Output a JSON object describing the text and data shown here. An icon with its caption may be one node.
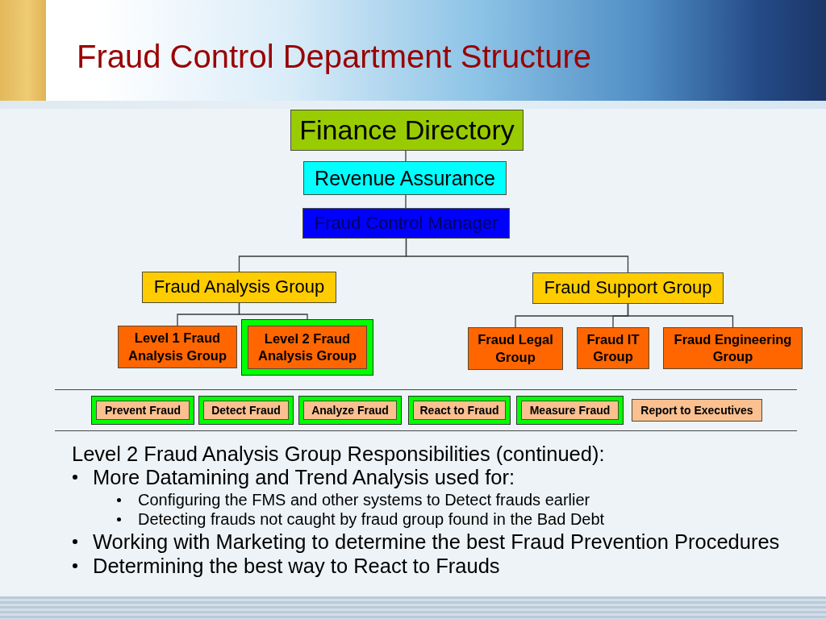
{
  "diagram": {
    "title": "Fraud Control Department Structure",
    "nodes": [
      {
        "text": [
          "Finance Directory"
        ]
      },
      {
        "text": [
          "Revenue Assurance"
        ]
      },
      {
        "text": [
          "Fraud Control Manager"
        ]
      },
      {
        "text": [
          "Fraud Analysis Group"
        ]
      },
      {
        "text": [
          "Fraud Support Group"
        ]
      },
      {
        "text": [
          "Level 1 Fraud Analysis Group"
        ]
      },
      {
        "text": [
          "Level 2 Fraud Analysis Group"
        ]
      },
      {
        "text": [
          "Fraud Legal Group"
        ]
      },
      {
        "text": [
          "Fraud IT Group"
        ]
      },
      {
        "text": [
          "Fraud Engineering Group"
        ]
      },
      {
        "text": [
          "Prevent Fraud"
        ]
      },
      {
        "text": [
          "Detect Fraud"
        ]
      },
      {
        "text": [
          "Analyze Fraud"
        ]
      },
      {
        "text": [
          "React to Fraud"
        ]
      },
      {
        "text": [
          "Measure Fraud"
        ]
      },
      {
        "text": [
          "Report to Executives"
        ]
      }
    ],
    "edges": [
      {
        "from": 0,
        "to": 1,
        "arrow": "none"
      },
      {
        "from": 1,
        "to": 2,
        "arrow": "none"
      },
      {
        "from": 2,
        "to": 3,
        "arrow": "none"
      },
      {
        "from": 2,
        "to": 4,
        "arrow": "none"
      },
      {
        "from": 3,
        "to": 5,
        "arrow": "none"
      },
      {
        "from": 3,
        "to": 6,
        "arrow": "none"
      },
      {
        "from": 4,
        "to": 7,
        "arrow": "none"
      },
      {
        "from": 4,
        "to": 8,
        "arrow": "none"
      },
      {
        "from": 4,
        "to": 9,
        "arrow": "none"
      }
    ],
    "labels": [
      "Level 2 Fraud Analysis Group Responsibilities (continued):",
      "More Datamining and Trend Analysis used for:",
      "Configuring the FMS and other systems to Detect frauds earlier",
      "Detecting frauds not caught by fraud group found in the Bad Debt",
      "Working with Marketing to determine the best Fraud Prevention Procedures",
      "Determining the best way to React to Frauds"
    ]
  }
}
